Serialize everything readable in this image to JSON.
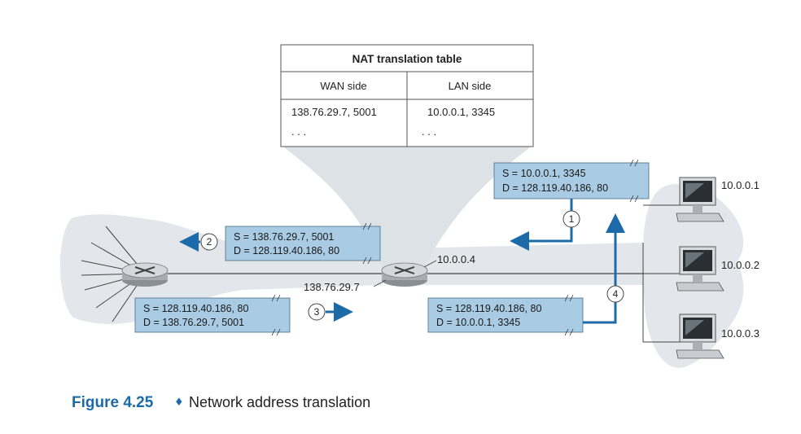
{
  "nat_table": {
    "title": "NAT translation table",
    "col_wan": "WAN side",
    "col_lan": "LAN side",
    "row_wan": "138.76.29.7, 5001",
    "row_lan": "10.0.0.1, 3345",
    "ellipsis_wan": ". . .",
    "ellipsis_lan": ". . ."
  },
  "packets": {
    "p1": {
      "src": "S = 10.0.0.1, 3345",
      "dst": "D = 128.119.40.186, 80"
    },
    "p2": {
      "src": "S = 138.76.29.7, 5001",
      "dst": "D = 128.119.40.186, 80"
    },
    "p3": {
      "src": "S = 128.119.40.186, 80",
      "dst": "D = 138.76.29.7, 5001"
    },
    "p4": {
      "src": "S = 128.119.40.186, 80",
      "dst": "D = 10.0.0.1, 3345"
    }
  },
  "steps": {
    "s1": "1",
    "s2": "2",
    "s3": "3",
    "s4": "4"
  },
  "router": {
    "wan_ip": "138.76.29.7",
    "lan_ip": "10.0.0.4"
  },
  "hosts": {
    "h1": "10.0.0.1",
    "h2": "10.0.0.2",
    "h3": "10.0.0.3"
  },
  "caption": {
    "figure": "Figure 4.25",
    "separator": "♦",
    "text": "Network address translation"
  },
  "colors": {
    "box_fill": "#a9cbe4",
    "arrow": "#1c6aa8",
    "cloud": "#e3e7eb",
    "caption": "#1c6aa8"
  }
}
